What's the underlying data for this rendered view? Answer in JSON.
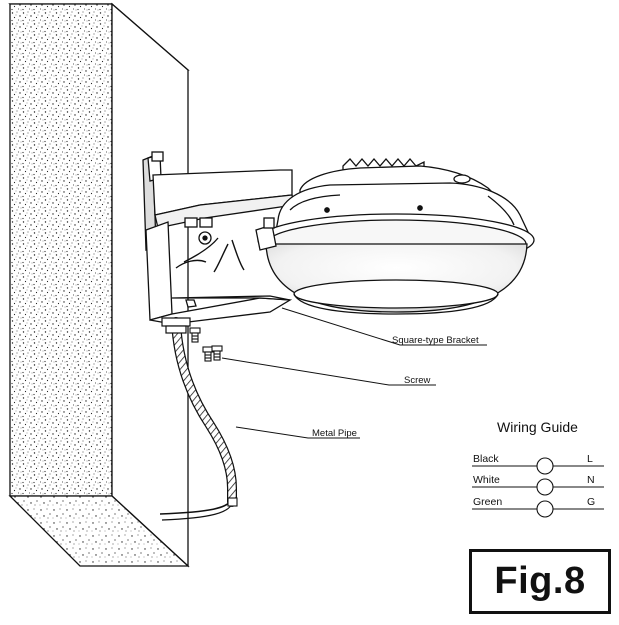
{
  "labels": {
    "square_bracket": "Square-type Bracket",
    "screw": "Screw",
    "metal_pipe": "Metal Pipe"
  },
  "wiring_guide": {
    "title": "Wiring Guide",
    "rows": [
      {
        "wire": "Black",
        "terminal": "L"
      },
      {
        "wire": "White",
        "terminal": "N"
      },
      {
        "wire": "Green",
        "terminal": "G"
      }
    ]
  },
  "figure": {
    "label": "Fig.8"
  }
}
